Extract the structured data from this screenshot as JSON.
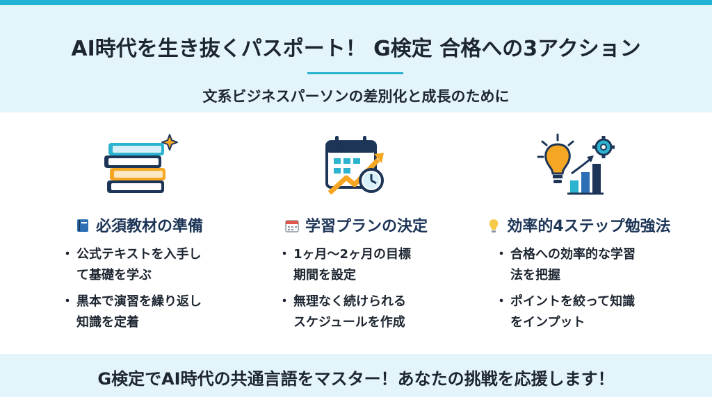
{
  "header": {
    "title": "AI時代を生き抜くパスポート！ G検定 合格への3アクション",
    "subtitle": "文系ビジネスパーソンの差別化と成長のために"
  },
  "cards": [
    {
      "icon": "books-sparkle-icon",
      "title_icon": "book-icon",
      "title": "必須教材の準備",
      "bullets": [
        "公式テキストを入手し\nて基礎を学ぶ",
        "黒本で演習を繰り返し\n知識を定着"
      ]
    },
    {
      "icon": "calendar-growth-icon",
      "title_icon": "calendar-icon",
      "title": "学習プランの決定",
      "bullets": [
        "1ヶ月〜2ヶ月の目標\n期間を設定",
        "無理なく続けられる\nスケジュールを作成"
      ]
    },
    {
      "icon": "lightbulb-gear-chart-icon",
      "title_icon": "lightbulb-icon",
      "title": "効率的4ステップ勉強法",
      "bullets": [
        "合格への効率的な学習\n法を把握",
        "ポイントを絞って知識\nをインプット"
      ]
    }
  ],
  "footer": {
    "text": "G検定でAI時代の共通言語をマスター！あなたの挑戦を応援します！"
  },
  "colors": {
    "accent": "#21b3d3",
    "header_bg": "#e4f4fb",
    "navy": "#1d3557",
    "orange": "#f5a623"
  }
}
